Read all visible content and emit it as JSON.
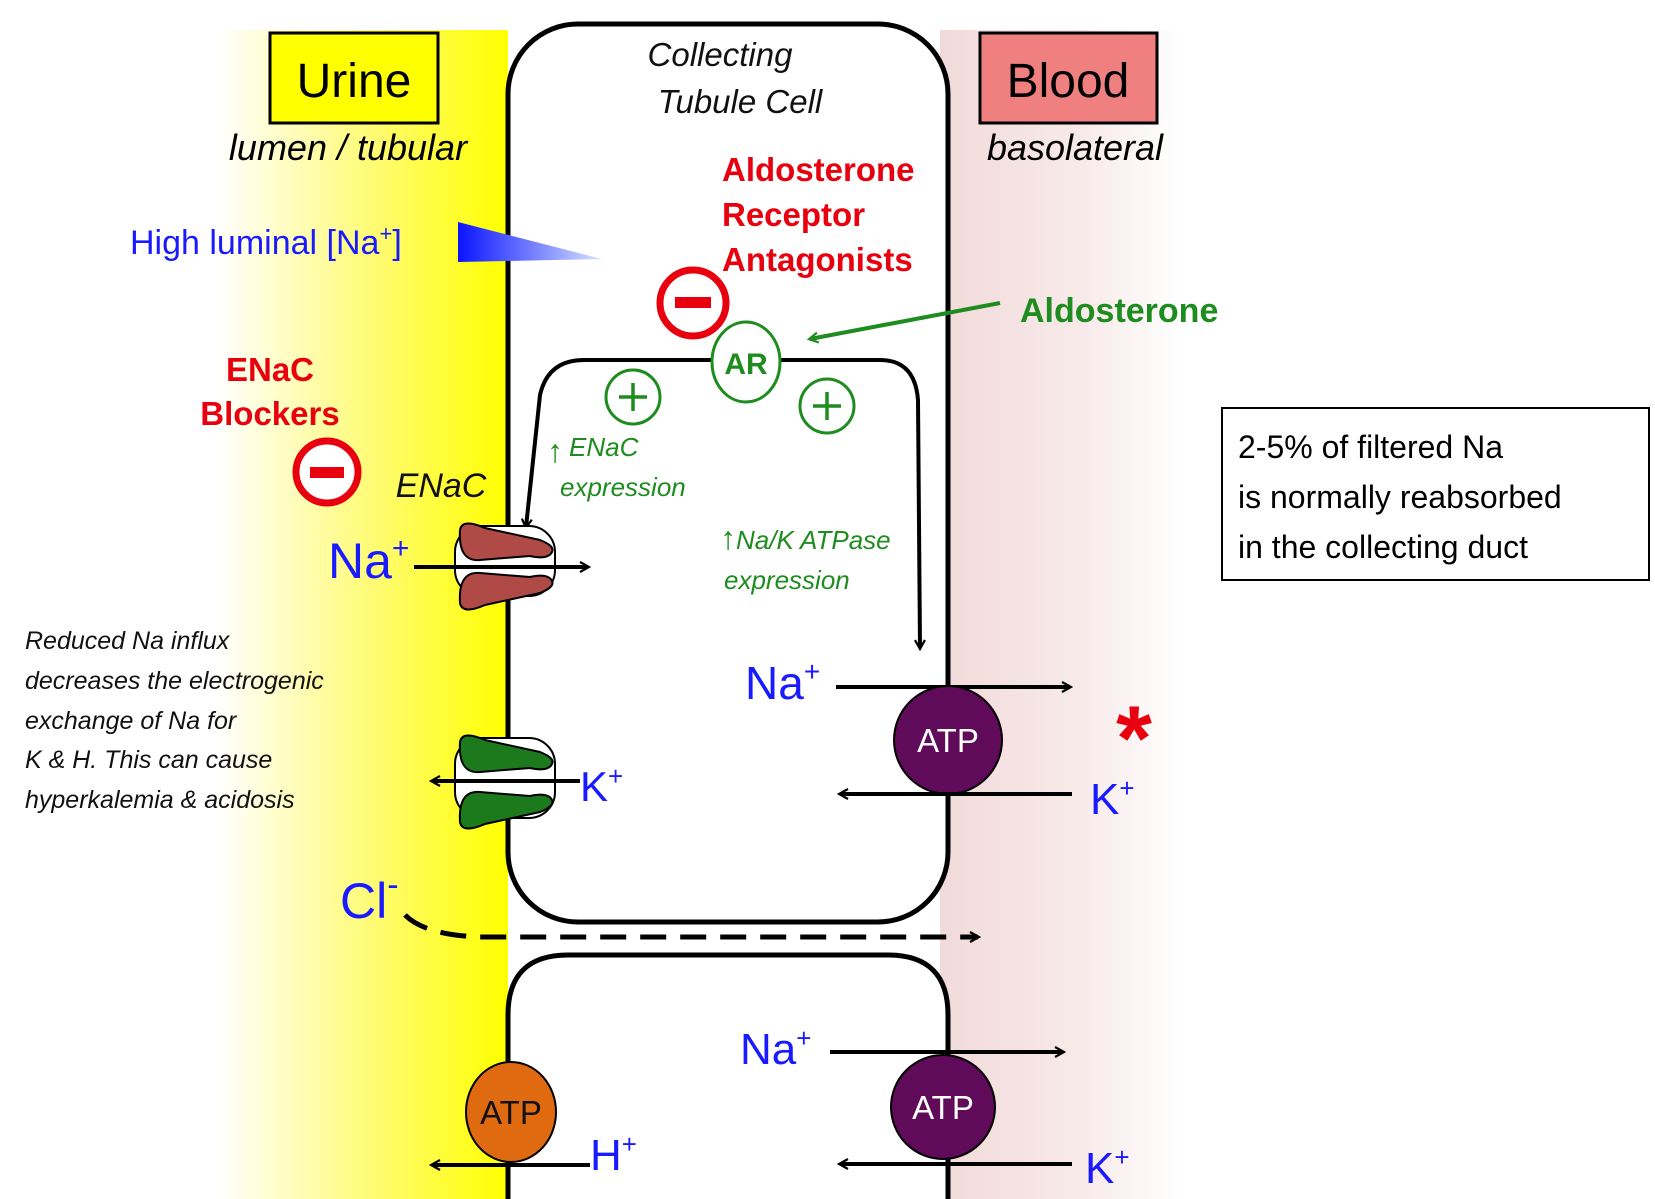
{
  "title": {
    "line1": "Collecting",
    "line2": "Tubule Cell"
  },
  "urine": {
    "label": "Urine",
    "sublabel": "lumen / tubular"
  },
  "blood": {
    "label": "Blood",
    "sublabel": "basolateral"
  },
  "luminal_na": {
    "text": "High luminal [Na",
    "sup": "+",
    "close": "]"
  },
  "ara": {
    "line1": "Aldosterone",
    "line2": "Receptor",
    "line3": "Antagonists"
  },
  "aldosterone": "Aldosterone",
  "ar": "AR",
  "enac_blockers": {
    "line1": "ENaC",
    "line2": "Blockers"
  },
  "enac_label": "ENaC",
  "enac_expression": {
    "arrow": "↑",
    "line1": "ENaC",
    "line2": "expression"
  },
  "atpase_expression": {
    "arrow": "↑",
    "line1": "Na/K ATPase",
    "line2": "expression"
  },
  "ions": {
    "na": "Na",
    "k": "K",
    "cl": "Cl",
    "h": "H",
    "plus": "+",
    "minus": "-"
  },
  "atp": "ATP",
  "asterisk": "*",
  "side_note": [
    "Reduced Na influx",
    "decreases the electrogenic",
    "exchange of Na for",
    "K & H. This can cause",
    "hyperkalemia & acidosis"
  ],
  "info_box": [
    "2-5% of filtered Na",
    "is normally reabsorbed",
    "in the collecting duct"
  ],
  "colors": {
    "urine_yellow": "#ffff00",
    "blood_pink": "#f08080",
    "ion_blue": "#1a1aff",
    "red": "#e8000f",
    "green": "#1e8c1e",
    "atp_purple": "#600a5a",
    "atp_orange": "#e06a10",
    "enac_red": "#b04a46",
    "k_channel_green": "#1c7a1c"
  }
}
